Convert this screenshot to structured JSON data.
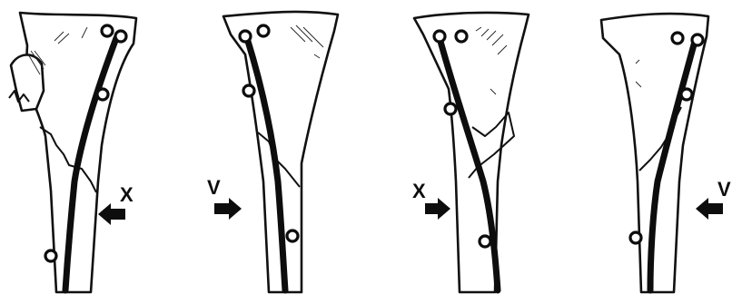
{
  "panels": [
    {
      "label": "X",
      "arrow_direction": "left"
    },
    {
      "label": "V",
      "arrow_direction": "right"
    },
    {
      "label": "X",
      "arrow_direction": "right"
    },
    {
      "label": "V",
      "arrow_direction": "left"
    }
  ]
}
